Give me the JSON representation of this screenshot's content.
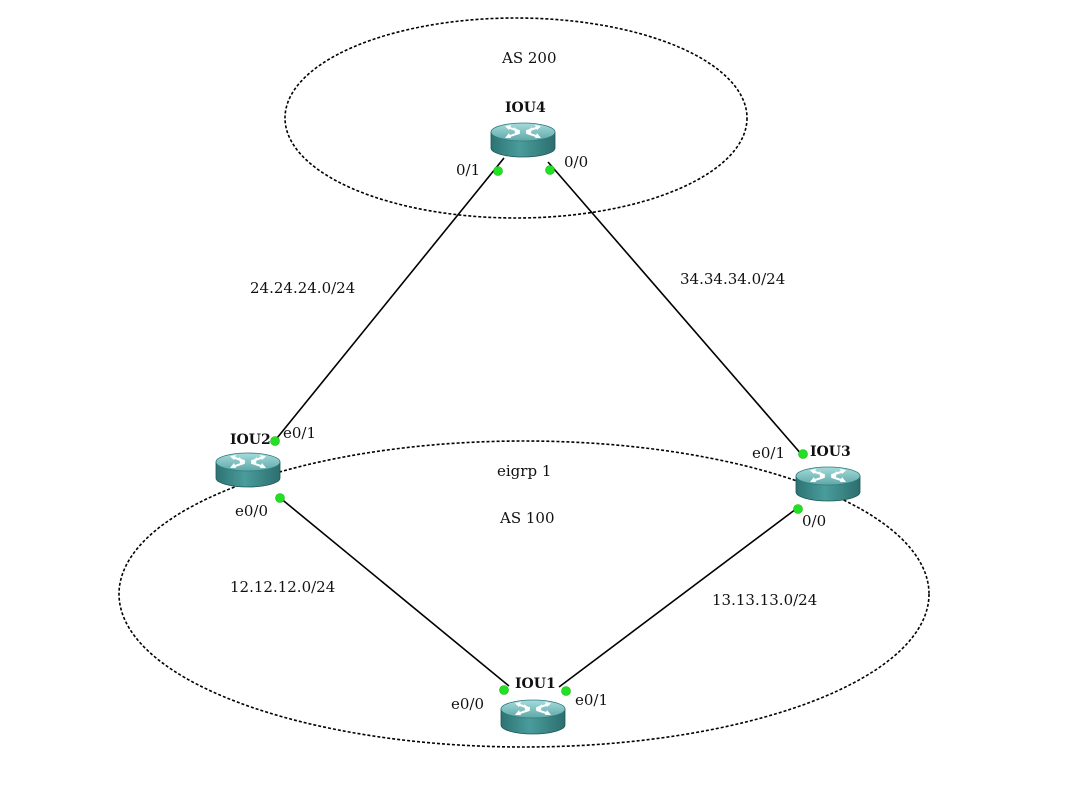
{
  "zones": {
    "as200": {
      "label": "AS 200"
    },
    "eigrp": {
      "label": "eigrp 1",
      "as_label": "AS 100"
    }
  },
  "routers": {
    "iou1": {
      "name": "IOU1"
    },
    "iou2": {
      "name": "IOU2"
    },
    "iou3": {
      "name": "IOU3"
    },
    "iou4": {
      "name": "IOU4"
    }
  },
  "links": {
    "iou2_iou4": {
      "subnet": "24.24.24.0/24",
      "iou2_port": "e0/1",
      "iou4_port": "0/1"
    },
    "iou3_iou4": {
      "subnet": "34.34.34.0/24",
      "iou3_port": "e0/1",
      "iou4_port": "0/0"
    },
    "iou1_iou2": {
      "subnet": "12.12.12.0/24",
      "iou1_port": "e0/0",
      "iou2_port": "e0/0"
    },
    "iou1_iou3": {
      "subnet": "13.13.13.0/24",
      "iou1_port": "e0/1",
      "iou3_port": "0/0"
    }
  },
  "colors": {
    "router_body": "#3f8f8f",
    "router_top": "#7fc2c4",
    "port_dot": "#22e022",
    "line": "#000000"
  },
  "icons": {
    "router": "router-icon"
  }
}
